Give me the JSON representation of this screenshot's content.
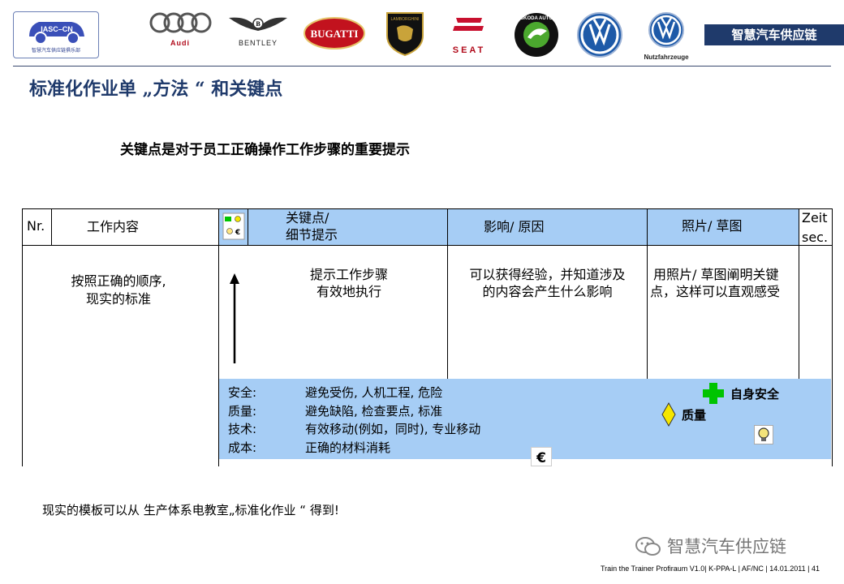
{
  "header": {
    "logo_label": "IASC–CN",
    "logo_subtitle": "智慧汽车供应链俱乐部",
    "brands": [
      {
        "label": "Audi",
        "icon": "audi-rings-icon"
      },
      {
        "label": "BENTLEY",
        "icon": "bentley-wings-icon"
      },
      {
        "label": "BUGATTI",
        "icon": "bugatti-oval-icon"
      },
      {
        "label": "LAMBORGHINI",
        "icon": "lamborghini-shield-icon"
      },
      {
        "label": "SEAT",
        "icon": "seat-logo-icon"
      },
      {
        "label": "ŠKODA AUTO",
        "icon": "skoda-arrow-icon"
      },
      {
        "label": "",
        "icon": "vw-logo-icon"
      },
      {
        "label": "Nutzfahrzeuge",
        "icon": "vw-commercial-logo-icon"
      }
    ],
    "band_text": "智慧汽车供应链"
  },
  "title": "标准化作业单 „方法 “ 和关键点",
  "subtitle": "关键点是对于员工正确操作工作步骤的重要提示",
  "table": {
    "headers": {
      "nr": "Nr.",
      "content": "工作内容",
      "keypoints_1": "关键点/",
      "keypoints_2": "细节提示",
      "impact": "影响/ 原因",
      "photo": "照片/ 草图",
      "zeit_1": "Zeit",
      "zeit_2": "sec."
    },
    "row": {
      "content_1": "按照正确的顺序,",
      "content_2": "现实的标准",
      "keypoints_1": "提示工作步骤",
      "keypoints_2": "有效地执行",
      "impact_1": "可以获得经验，并知道涉及",
      "impact_2": "的内容会产生什么影响",
      "photo_1": "用照片/ 草图阐明关键",
      "photo_2": "点，这样可以直观感受"
    },
    "legend": [
      {
        "term": "安全:",
        "desc": "避免受伤, 人机工程, 危险"
      },
      {
        "term": "质量:",
        "desc": "避免缺陷, 检查要点, 标准"
      },
      {
        "term": "技术:",
        "desc": "有效移动(例如，同时), 专业移动"
      },
      {
        "term": "成本:",
        "desc": "正确的材料消耗"
      }
    ],
    "symbols": {
      "safety": "自身安全",
      "quality": "质量"
    }
  },
  "footnote": "现实的模板可以从 生产体系电教室„标准化作业 “ 得到!",
  "footer": "Train the Trainer Profiraum V1.0| K-PPA-L | AF/NC | 14.01.2011 |   41",
  "watermark": "智慧汽车供应链",
  "colors": {
    "accent": "#1f3a6b",
    "table_blue": "#a6cdf5",
    "safety_green": "#00c400",
    "quality_yellow": "#f5e600"
  }
}
